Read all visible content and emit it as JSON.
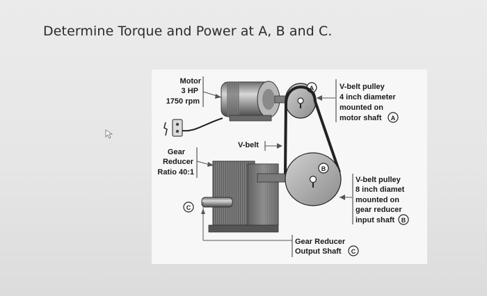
{
  "title": "Determine Torque and Power at A, B and C.",
  "motor": {
    "line1": "Motor",
    "line2": "3 HP",
    "line3": "1750 rpm"
  },
  "gear_reducer": {
    "line1": "Gear",
    "line2": "Reducer",
    "line3": "Ratio 40:1"
  },
  "vbelt_label": "V-belt",
  "pulley_a": {
    "line1": "V-belt pulley",
    "line2": "4 inch diameter",
    "line3": "mounted on",
    "line4": "motor shaft",
    "marker": "A"
  },
  "pulley_b": {
    "line1": "V-belt pulley",
    "line2": "8 inch diamet",
    "line3": "mounted on",
    "line4": "gear reducer",
    "line5": "input shaft",
    "marker": "B"
  },
  "output": {
    "line1": "Gear Reducer",
    "line2": "Output Shaft",
    "marker": "C"
  },
  "markers": {
    "a": "A",
    "b": "B",
    "c": "C"
  },
  "colors": {
    "paper": "#f7f7f7",
    "ink": "#1a1a1a",
    "metal": "#8a8a8a"
  }
}
